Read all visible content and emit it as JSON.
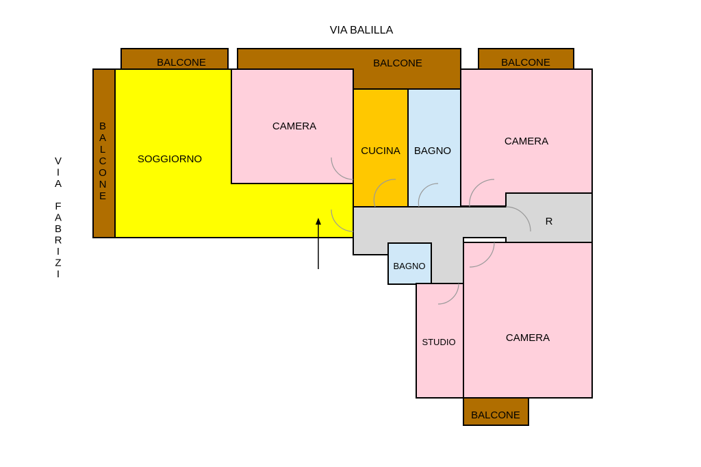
{
  "streets": {
    "top": "VIA BALILLA",
    "left_word1": [
      "V",
      "I",
      "A"
    ],
    "left_word2": [
      "F",
      "A",
      "B",
      "R",
      "I",
      "Z",
      "I"
    ]
  },
  "rooms": {
    "balcone_top_left": "BALCONE",
    "balcone_top_center": "BALCONE",
    "balcone_top_right": "BALCONE",
    "balcone_left_letters": [
      "B",
      "A",
      "L",
      "C",
      "O",
      "N",
      "E"
    ],
    "soggiorno": "SOGGIORNO",
    "camera_top": "CAMERA",
    "cucina": "CUCINA",
    "bagno_main": "BAGNO",
    "camera_right": "CAMERA",
    "ripostiglio": "R",
    "bagno_small": "BAGNO",
    "studio": "STUDIO",
    "camera_bottom": "CAMERA",
    "balcone_bottom": "BALCONE"
  },
  "colors": {
    "balcone": "#b06e00",
    "soggiorno": "#ffff00",
    "camera": "#ffd0dc",
    "cucina": "#ffc800",
    "bagno": "#d0e8f8",
    "corridor": "#d8d8d8"
  }
}
